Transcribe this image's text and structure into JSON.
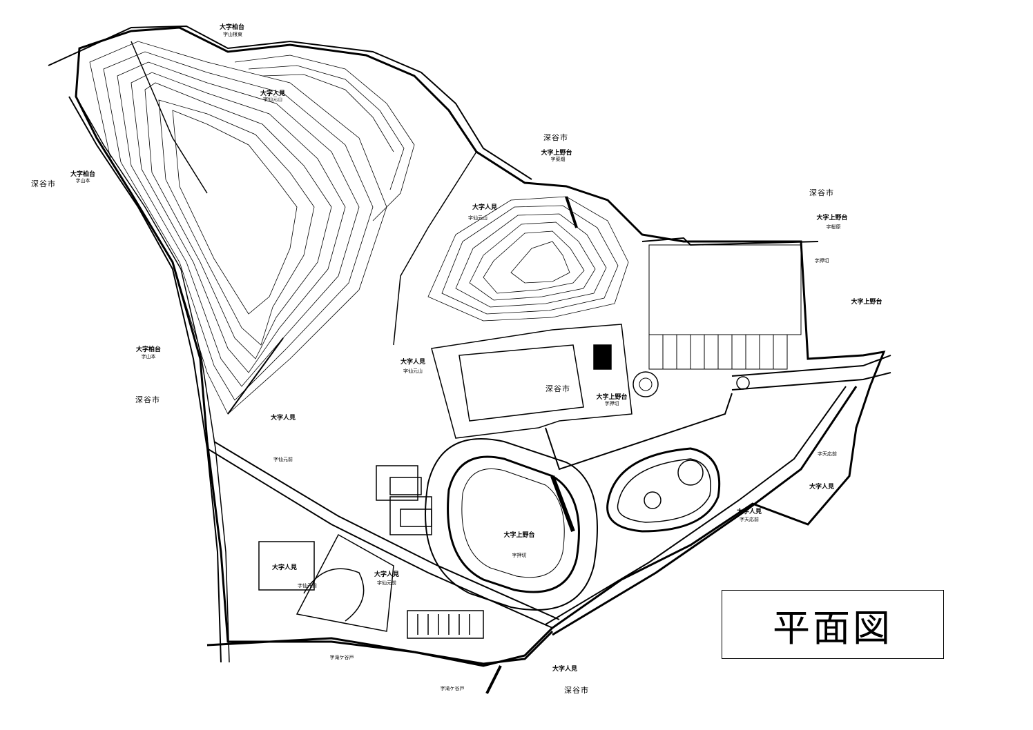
{
  "title": "平面図",
  "labels": {
    "oaza_kashiwadai_n": "大字柏台",
    "aza_yamanehigashi": "字山根東",
    "oaza_hitomi_hill": "大字人見",
    "aza_sengenyama_hill": "字仙元山",
    "city_ne": "深谷市",
    "oaza_uenodai_ne": "大字上野台",
    "aza_nabatake": "字菜畑",
    "city_e": "深谷市",
    "oaza_uenodai_e": "大字上野台",
    "aza_sakurahara": "字桜原",
    "aza_oshikiri_e": "字押切",
    "oaza_uenodai_e2": "大字上野台",
    "city_w": "深谷市",
    "oaza_kashiwadai_w": "大字柏台",
    "aza_yamamoto_w": "字山本",
    "oaza_hitomi_mid": "大字人見",
    "aza_sengenyama_mid": "字仙元山",
    "oaza_kashiwadai_sw": "大字柏台",
    "aza_yamamoto_sw": "字山本",
    "city_sw": "深谷市",
    "oaza_hitomi_c": "大字人見",
    "aza_sengenyama_c": "字仙元山",
    "city_c": "深谷市",
    "oaza_uenodai_c": "大字上野台",
    "aza_oshikiri_c": "字押切",
    "oaza_hitomi_w": "大字人見",
    "aza_sengenmae_w": "字仙元前",
    "oaza_uenodai_track": "大字上野台",
    "aza_oshikiri_track": "字押切",
    "oaza_hitomi_s1": "大字人見",
    "oaza_hitomi_s2": "大字人見",
    "aza_sengenmae_s2": "字仙元前",
    "aza_sengenmae_s1": "字仙元前",
    "oaza_hitomi_se": "大字人見",
    "aza_tenomae_se": "字天応前",
    "aza_tenomae_e": "字天応前",
    "oaza_hitomi_e": "大字人見",
    "aza_takigayato_1": "字滝ケ谷戸",
    "aza_takigayato_2": "字滝ケ谷戸",
    "oaza_hitomi_bottom": "大字人見",
    "city_bottom": "深谷市"
  }
}
